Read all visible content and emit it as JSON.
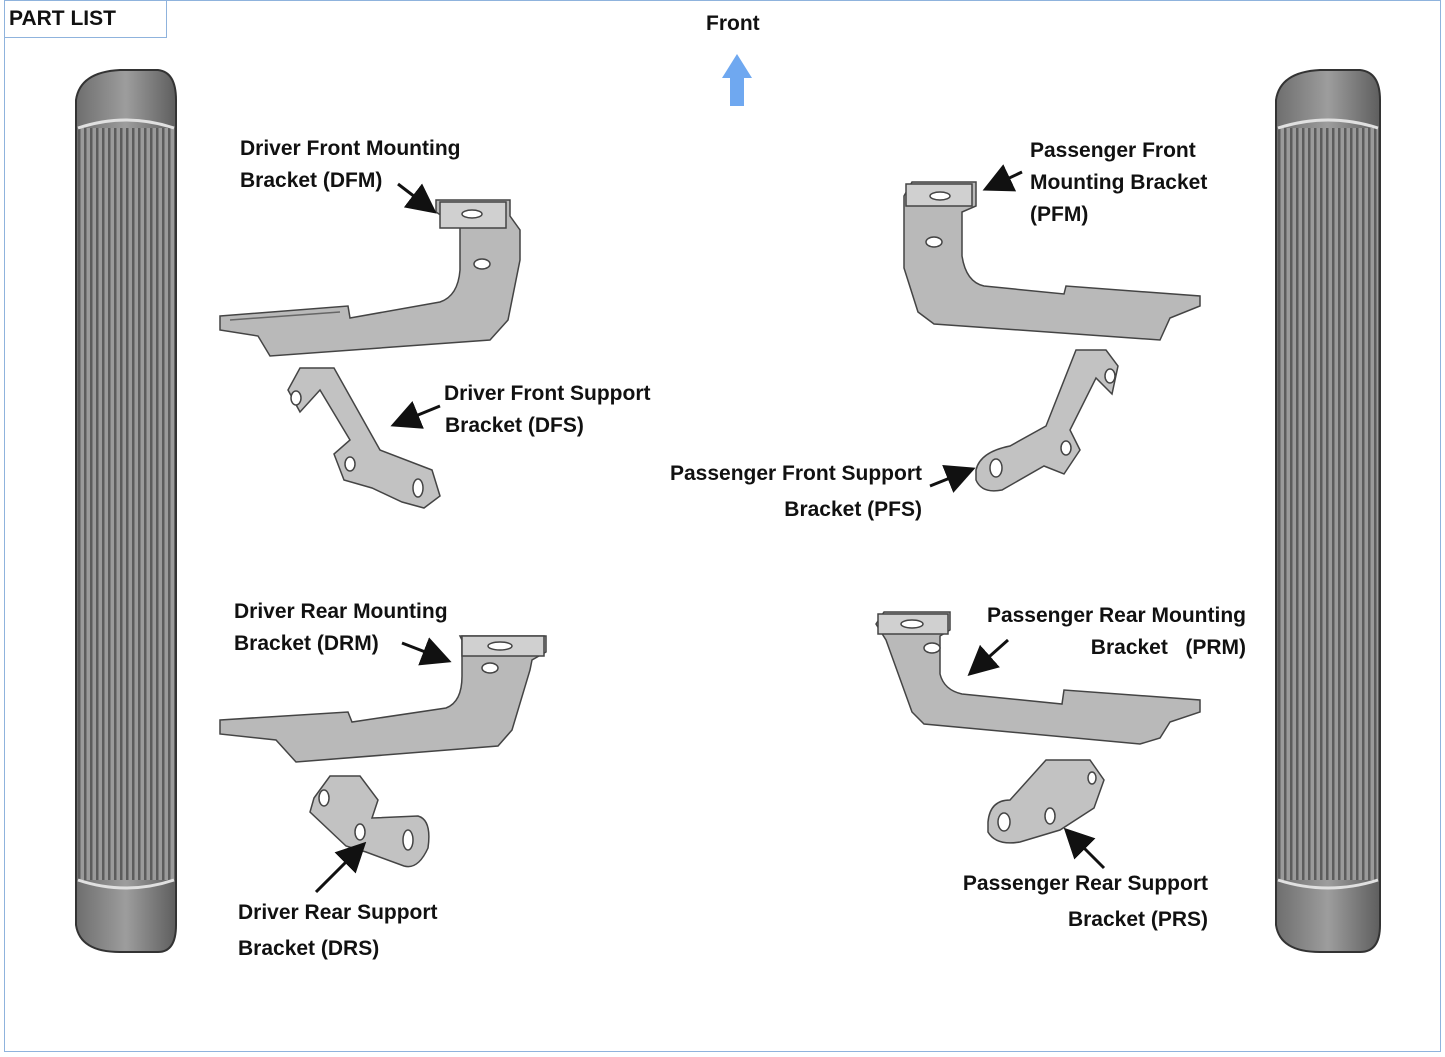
{
  "header": {
    "part_list_label": "PART LIST",
    "front_label": "Front"
  },
  "parts": {
    "dfm": {
      "line1": "Driver Front Mounting",
      "line2": "Bracket (DFM)"
    },
    "dfs": {
      "line1": "Driver Front Support",
      "line2": "Bracket (DFS)"
    },
    "drm": {
      "line1": "Driver Rear Mounting",
      "line2": "Bracket (DRM)"
    },
    "drs": {
      "line1": "Driver Rear Support",
      "line2": "Bracket (DRS)"
    },
    "pfm": {
      "line1": "Passenger Front",
      "line2": "Mounting Bracket",
      "line3": "(PFM)"
    },
    "pfs": {
      "line1": "Passenger Front Support",
      "line2": "Bracket (PFS)"
    },
    "prm": {
      "line1": "Passenger Rear Mounting",
      "line2": "Bracket   (PRM)"
    },
    "prs": {
      "line1": "Passenger Rear Support",
      "line2": "Bracket (PRS)"
    }
  },
  "colors": {
    "frame_border": "#8fb3dd",
    "front_arrow": "#6fa8f0",
    "bracket_fill": "#b9b9b9",
    "step_board": "#8a8a8a"
  }
}
